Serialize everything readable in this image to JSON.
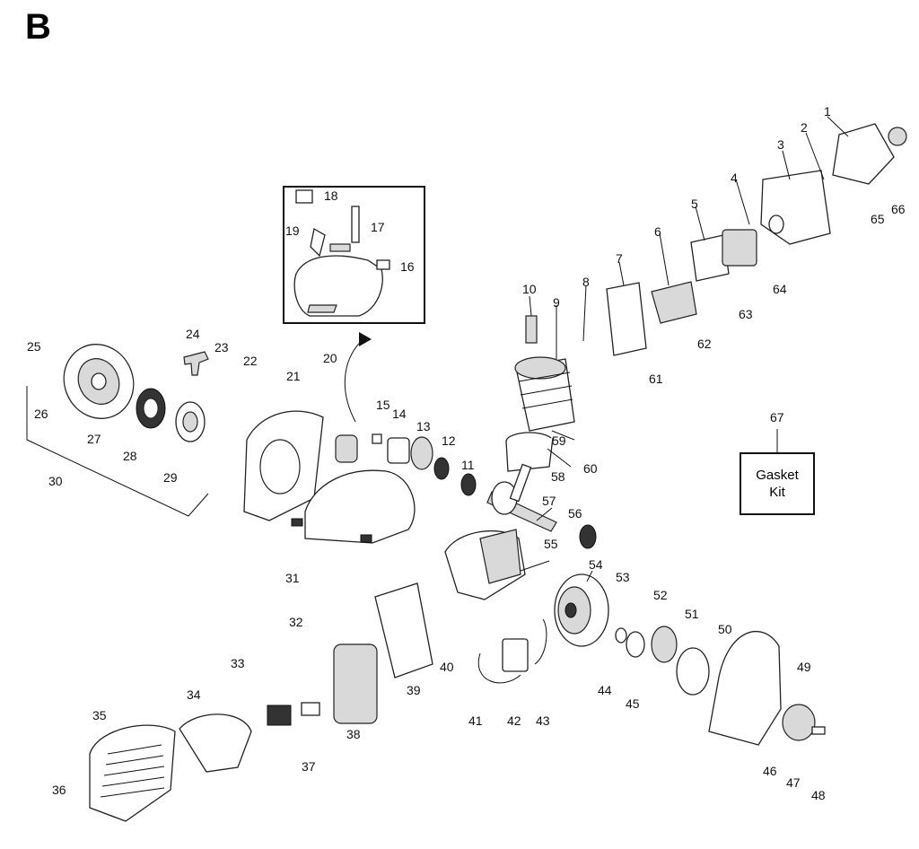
{
  "section_letter": "B",
  "gasket_kit": {
    "line1": "Gasket",
    "line2": "Kit"
  },
  "callouts": [
    "1",
    "2",
    "3",
    "4",
    "5",
    "6",
    "7",
    "8",
    "9",
    "10",
    "11",
    "12",
    "13",
    "14",
    "15",
    "16",
    "17",
    "18",
    "19",
    "20",
    "21",
    "22",
    "23",
    "24",
    "25",
    "26",
    "27",
    "28",
    "29",
    "30",
    "31",
    "32",
    "33",
    "34",
    "35",
    "36",
    "37",
    "38",
    "39",
    "40",
    "41",
    "42",
    "43",
    "44",
    "45",
    "46",
    "47",
    "48",
    "49",
    "50",
    "51",
    "52",
    "53",
    "54",
    "55",
    "56",
    "57",
    "58",
    "59",
    "60",
    "61",
    "62",
    "63",
    "64",
    "65",
    "66",
    "67"
  ]
}
